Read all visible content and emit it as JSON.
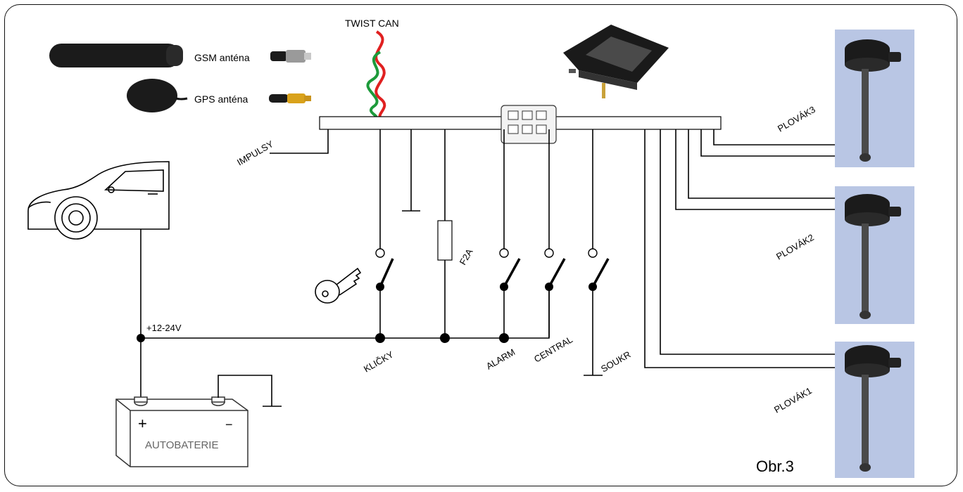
{
  "labels": {
    "twist_can": "TWIST CAN",
    "gsm": "GSM anténa",
    "gps": "GPS anténa",
    "impulsy": "IMPULSY",
    "f2a": "F2A",
    "voltage": "+12-24V",
    "klicky": "KLIČKY",
    "alarm": "ALARM",
    "central": "CENTRAL",
    "soukr": "SOUKR",
    "battery": "AUTOBATERIE",
    "plus": "+",
    "minus": "−",
    "plovak3": "PLOVÁK3",
    "plovak2": "PLOVÁK2",
    "plovak1": "PLOVÁK1",
    "figure": "Obr.3"
  },
  "colors": {
    "wire": "#000000",
    "can_red": "#e02020",
    "can_green": "#1c9a3a",
    "sensor_bg": "#b9c6e4",
    "device": "#1b1b1b"
  },
  "icons": {
    "gsm_antenna": "gsm-antenna-icon",
    "gps_antenna": "gps-antenna-icon",
    "unit": "tracking-unit-icon",
    "car": "car-icon",
    "key": "key-icon",
    "connector": "connector-icon"
  }
}
